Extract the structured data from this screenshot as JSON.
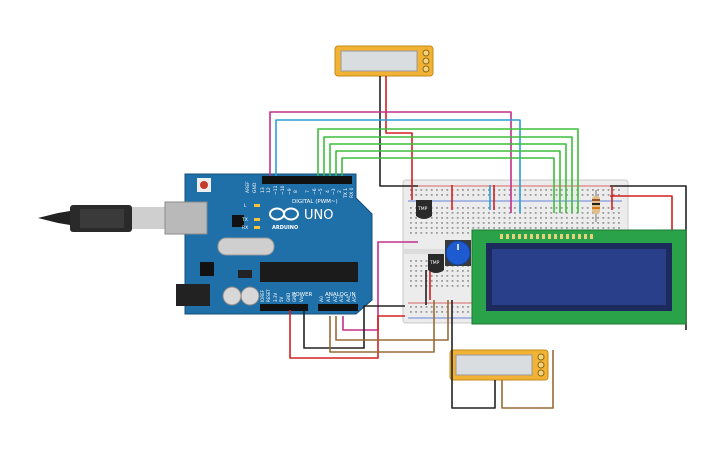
{
  "arduino": {
    "logo_text": "UNO",
    "brand_text": "ARDUINO",
    "digital_label": "DIGITAL (PWM~)",
    "power_label": "POWER",
    "analog_label": "ANALOG IN",
    "led_labels": [
      "L",
      "TX",
      "RX"
    ],
    "top_pin_labels": [
      "AREF",
      "GND",
      "13",
      "12",
      "~11",
      "~10",
      "~9",
      "8",
      "7",
      "~6",
      "~5",
      "4",
      "~3",
      "2",
      "TX 1",
      "RX 0"
    ],
    "power_pin_labels": [
      "IOREF",
      "RESET",
      "3.3V",
      "5V",
      "GND",
      "GND",
      "Vin"
    ],
    "analog_pin_labels": [
      "A0",
      "A1",
      "A2",
      "A3",
      "A4",
      "A5"
    ]
  },
  "components": {
    "sensor_top_label": "TMP",
    "sensor_bottom_label": "TMP"
  },
  "colors": {
    "board": "#1f6fa8",
    "breadboard": "#ececec",
    "lcd_frame": "#2aa24a",
    "lcd_screen": "#2a3f8a",
    "multimeter": "#f2b233",
    "wire_red": "#d42020",
    "wire_black": "#222222",
    "wire_green": "#3bbf3b",
    "wire_blue": "#2a9fd6",
    "wire_magenta": "#c0308a",
    "wire_brown": "#9a6a35"
  }
}
